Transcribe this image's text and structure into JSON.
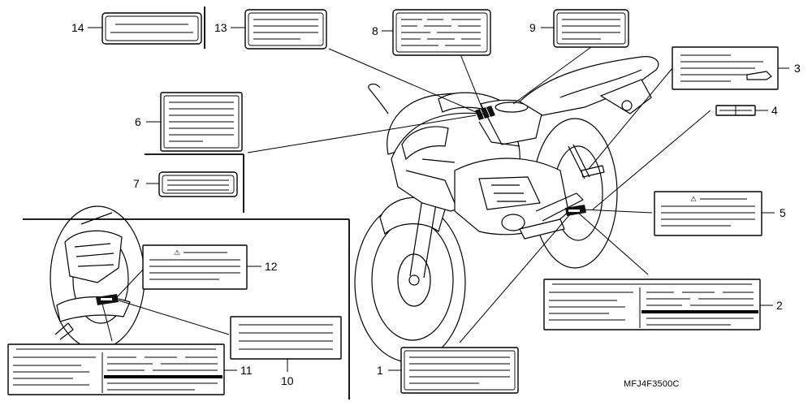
{
  "diagram": {
    "part_code": "MFJ4F3500C",
    "warning_symbol": "⚠",
    "callouts": [
      {
        "id": "c1",
        "label": "1"
      },
      {
        "id": "c2",
        "label": "2"
      },
      {
        "id": "c3",
        "label": "3"
      },
      {
        "id": "c4",
        "label": "4"
      },
      {
        "id": "c5",
        "label": "5"
      },
      {
        "id": "c6",
        "label": "6"
      },
      {
        "id": "c7",
        "label": "7"
      },
      {
        "id": "c8",
        "label": "8"
      },
      {
        "id": "c9",
        "label": "9"
      },
      {
        "id": "c10",
        "label": "10"
      },
      {
        "id": "c11",
        "label": "11"
      },
      {
        "id": "c12",
        "label": "12"
      },
      {
        "id": "c13",
        "label": "13"
      },
      {
        "id": "c14",
        "label": "14"
      }
    ]
  }
}
